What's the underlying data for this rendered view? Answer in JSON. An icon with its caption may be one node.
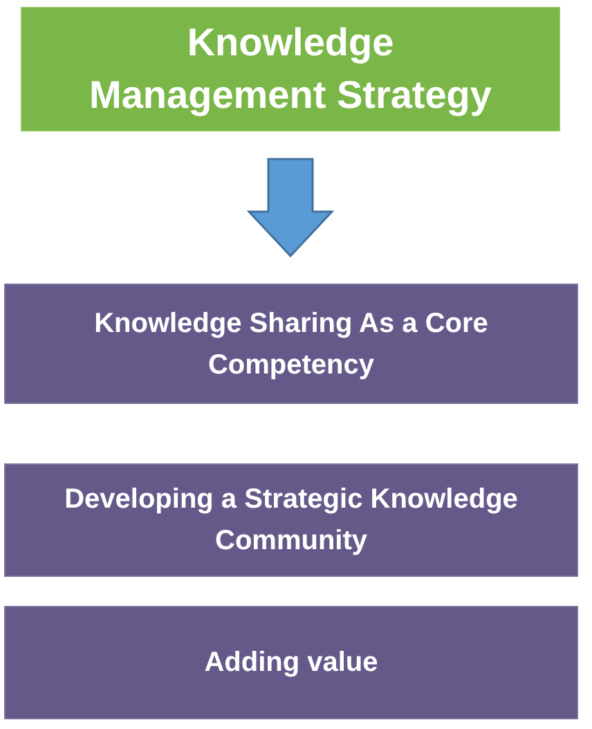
{
  "diagram": {
    "nodes": [
      {
        "text": [
          "Knowledge Management Strategy"
        ]
      },
      {
        "text": [
          "Knowledge Sharing As a Core Competency"
        ]
      },
      {
        "text": [
          "Developing a Strategic Knowledge Community"
        ]
      },
      {
        "text": [
          "Adding value"
        ]
      }
    ],
    "edges": [
      {
        "from": 0,
        "to": 1,
        "arrow": "to",
        "style": "thick"
      }
    ]
  }
}
